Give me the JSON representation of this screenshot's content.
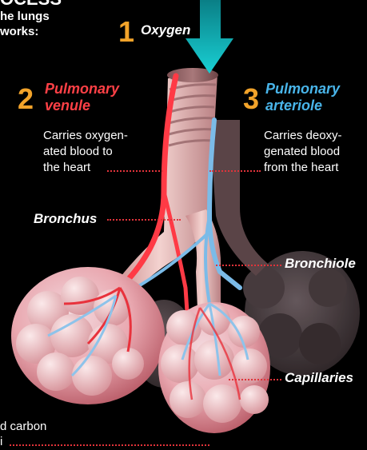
{
  "header": {
    "title_fragment": "OCESS",
    "line1": "he lungs",
    "line2": "works:"
  },
  "steps": [
    {
      "number": "1",
      "label": "Oxygen"
    },
    {
      "number": "2",
      "label_line1": "Pulmonary",
      "label_line2": "venule",
      "desc_line1": "Carries oxygen-",
      "desc_line2": "ated blood to",
      "desc_line3": "the heart"
    },
    {
      "number": "3",
      "label_line1": "Pulmonary",
      "label_line2": "arteriole",
      "desc_line1": "Carries deoxy-",
      "desc_line2": "genated blood",
      "desc_line3": "from the heart"
    }
  ],
  "labels": {
    "bronchus": "Bronchus",
    "bronchiole": "Bronchiole",
    "capillaries": "Capillaries"
  },
  "footer": {
    "line1": "d carbon",
    "line2": "i"
  },
  "colors": {
    "number": "#f2a32a",
    "venule": "#ff4046",
    "arteriole": "#49b5ea",
    "oxygen_arrow": "#14c3c8",
    "leader_line": "#e0333a"
  }
}
